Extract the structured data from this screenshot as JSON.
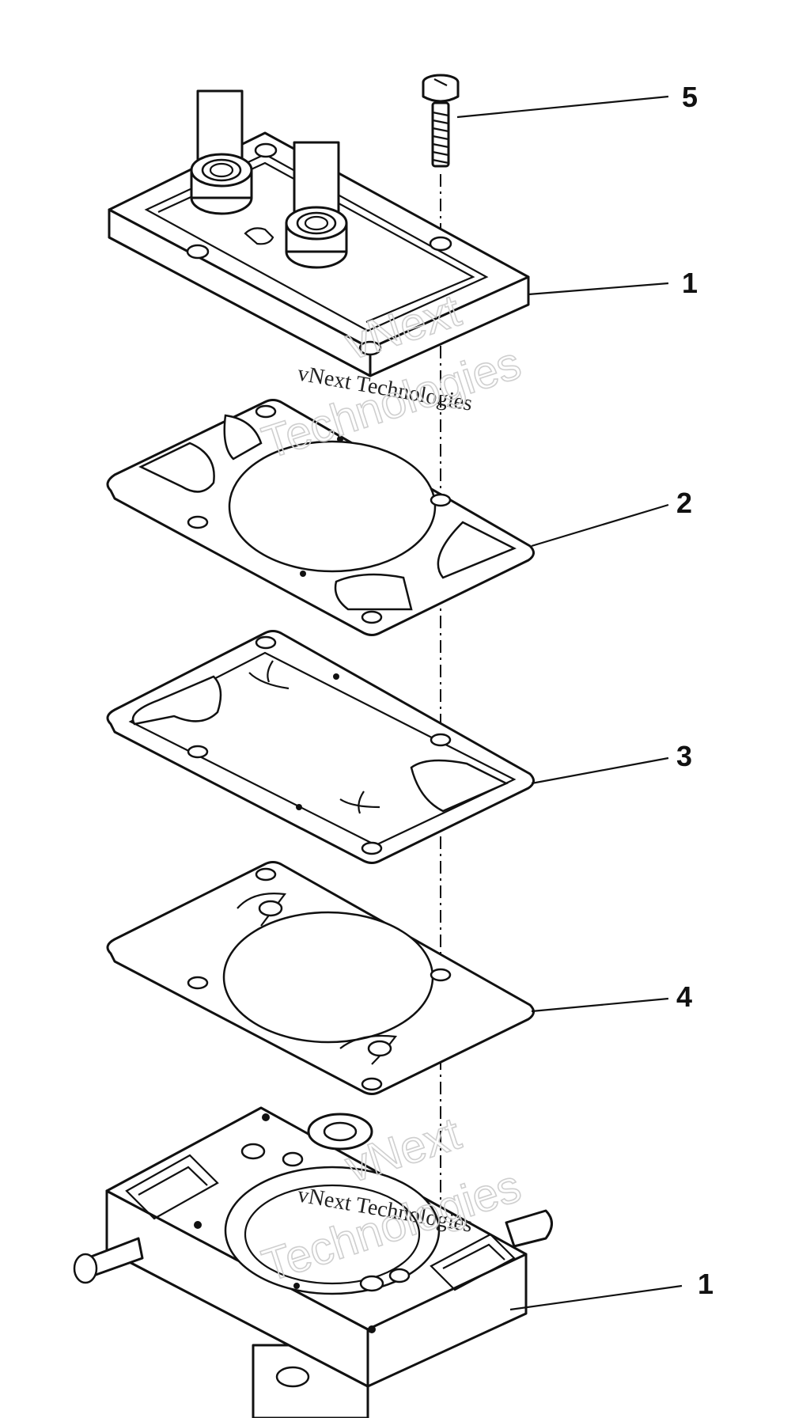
{
  "callouts": {
    "bolt": "5",
    "top_cover": "1",
    "gasket_top": "2",
    "diaphragm": "3",
    "gasket_bottom": "4",
    "pump_body": "1"
  },
  "watermarks": {
    "small_top": "vNext Technologies",
    "big_top_line1": "vNext",
    "big_top_line2": "Technologies",
    "small_bottom": "vNext Technologies",
    "big_bottom_line1": "vNext",
    "big_bottom_line2": "Technologies"
  },
  "colors": {
    "ink": "#111111",
    "background": "#ffffff",
    "watermark": "#cfcfcf"
  }
}
